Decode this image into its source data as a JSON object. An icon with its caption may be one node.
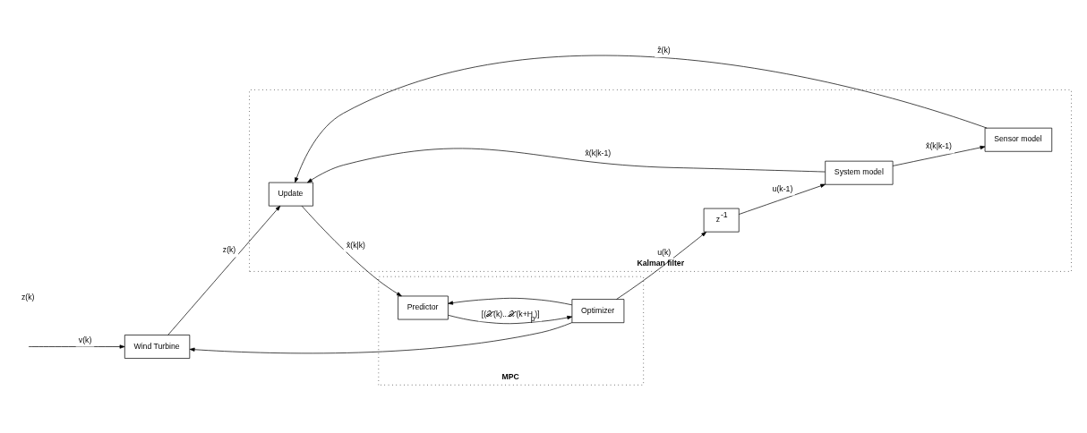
{
  "diagram": {
    "nodes": [
      {
        "text": [
          "Wind Turbine"
        ]
      },
      {
        "text": [
          "MPC"
        ]
      },
      {
        "text": [
          "Kalman filter"
        ]
      },
      {
        "text": [
          "z$^{-1}$"
        ],
        "in": 2
      },
      {
        "text": [
          "Sensor model"
        ],
        "in": 2
      },
      {
        "text": [
          "System model"
        ],
        "in": 2
      },
      {
        "text": [
          "Update"
        ],
        "in": 2
      },
      {
        "text": [
          "Predictor"
        ],
        "in": 1
      },
      {
        "text": [
          "Optimizer"
        ],
        "in": 1
      }
    ],
    "edges": [
      {
        "from": null,
        "to": 0,
        "arrow": "to",
        "label": "v(k)"
      },
      {
        "from": 8,
        "to": 0,
        "arrow": "to"
      },
      {
        "from": 8,
        "to": 3,
        "arrow": "to",
        "label": "u(k)"
      },
      {
        "from": 8,
        "to": 7,
        "arrow": "to"
      },
      {
        "from": 0,
        "to": 6,
        "arrow": "to",
        "label": "z(k)"
      },
      {
        "from": 3,
        "to": 5,
        "arrow": "to",
        "label": "u(k-1)"
      },
      {
        "from": 5,
        "to": 4,
        "arrow": "to",
        "label": "x̂(k|k-1)"
      },
      {
        "from": 5,
        "to": 6,
        "arrow": "to",
        "label": "x̂(k|k-1)"
      },
      {
        "from": 4,
        "to": 6,
        "arrow": "to",
        "label": "ẑ(k)"
      },
      {
        "from": 6,
        "to": 7,
        "arrow": "to",
        "label": "x̂(k|k)"
      },
      {
        "from": 7,
        "to": 8,
        "arrow": "to",
        "label": "[(𝒳(k)...𝒳(k+H$_{p}$)]"
      }
    ],
    "labels": [
      "z(k)"
    ]
  }
}
